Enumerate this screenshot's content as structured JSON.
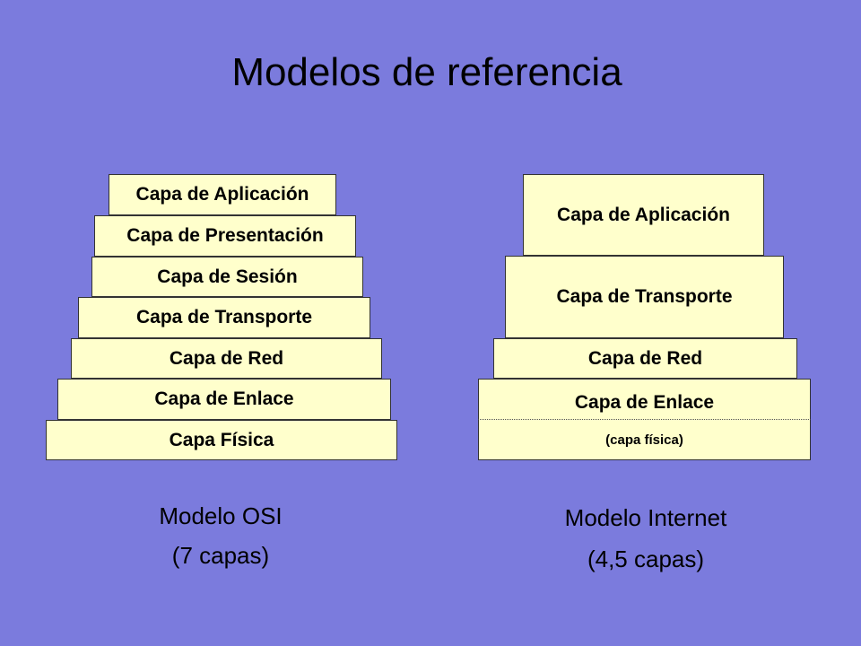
{
  "title": "Modelos de referencia",
  "osi": {
    "layers": [
      "Capa de Aplicación",
      "Capa de Presentación",
      "Capa de Sesión",
      "Capa de Transporte",
      "Capa de Red",
      "Capa de Enlace",
      "Capa Física"
    ],
    "caption_name": "Modelo OSI",
    "caption_count": "(7 capas)"
  },
  "internet": {
    "layers": [
      "Capa de Aplicación",
      "Capa de Transporte",
      "Capa de Red",
      "Capa de Enlace",
      "(capa física)"
    ],
    "caption_name": "Modelo Internet",
    "caption_count": "(4,5 capas)"
  },
  "colors": {
    "background": "#7b7bdd",
    "layer_fill": "#ffffcc"
  }
}
